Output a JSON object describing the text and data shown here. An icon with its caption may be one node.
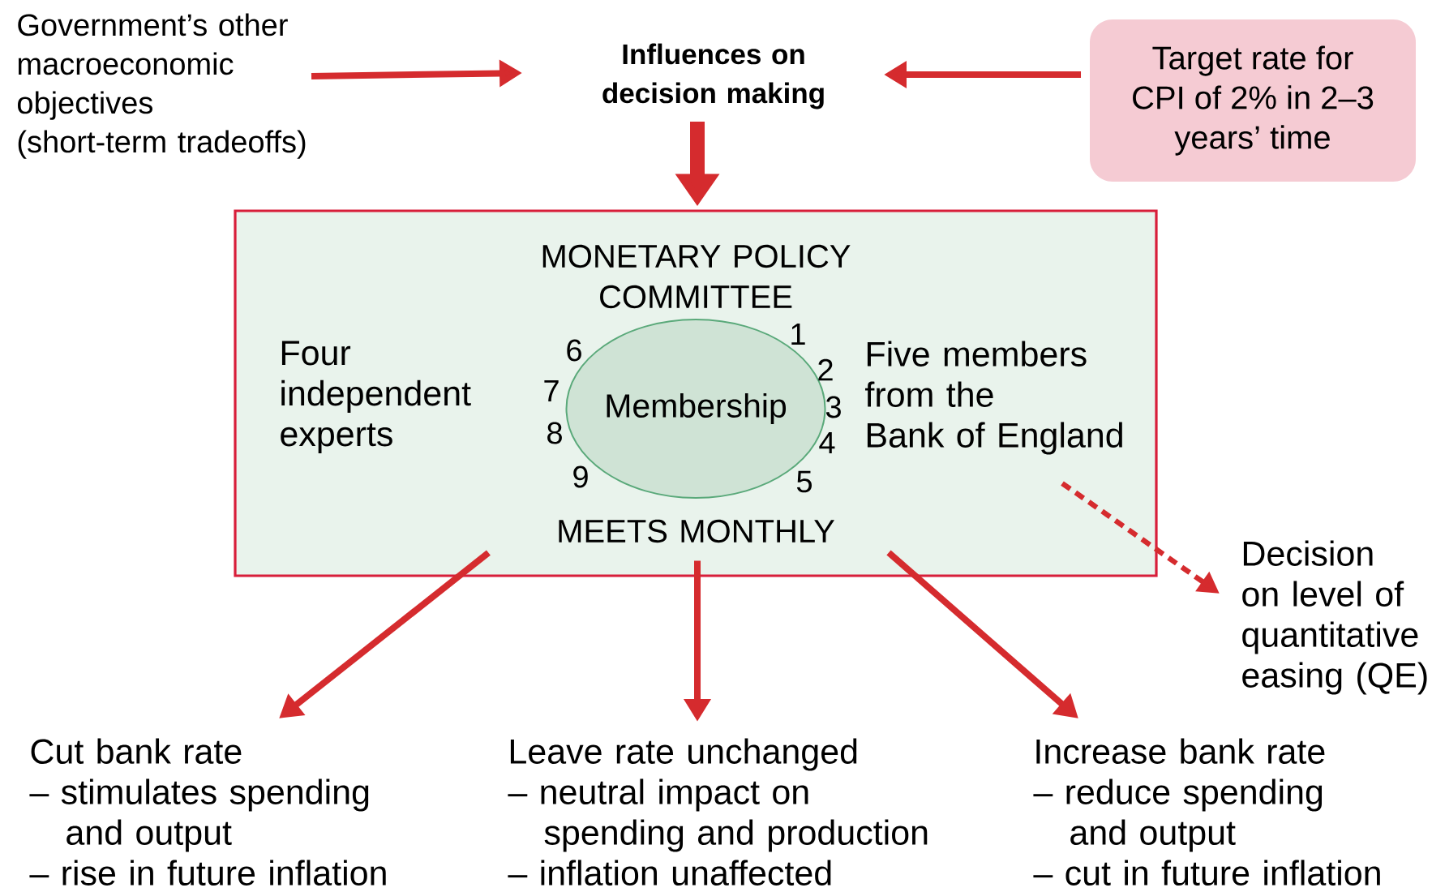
{
  "diagram": {
    "nodes": [
      {
        "text": [
          "Government’s other macroeconomic objectives (short-term tradeoffs)"
        ]
      },
      {
        "text": [
          "Influences on decision making"
        ]
      },
      {
        "text": [
          "Target rate for CPI of 2% in 2–3 years’ time"
        ]
      },
      {
        "text": [
          "MONETARY POLICY COMMITTEE",
          "MEETS MONTHLY"
        ]
      },
      {
        "text": [
          "Membership"
        ],
        "in": 3
      },
      {
        "text": [
          "Decision on level of quantitative easing (QE)"
        ]
      },
      {
        "text": [
          "Cut bank rate",
          "– stimulates spending and output",
          "– rise in future inflation"
        ]
      },
      {
        "text": [
          "Leave rate unchanged",
          "– neutral impact on spending and production",
          "– inflation unaffected"
        ]
      },
      {
        "text": [
          "Increase bank rate",
          "– reduce spending and output",
          "– cut in future inflation"
        ]
      }
    ],
    "edges": [
      {
        "from": 0,
        "to": 1,
        "arrow": "to"
      },
      {
        "from": 2,
        "to": 1,
        "arrow": "to"
      },
      {
        "from": 1,
        "to": 3,
        "arrow": "to",
        "style": "thick"
      },
      {
        "from": 3,
        "to": 6,
        "arrow": "to"
      },
      {
        "from": 3,
        "to": 7,
        "arrow": "to"
      },
      {
        "from": 3,
        "to": 8,
        "arrow": "to"
      },
      {
        "from": null,
        "to": 5,
        "arrow": "to",
        "style": "dashed"
      }
    ],
    "labels": [
      "Four independent experts",
      "Five members from the Bank of England",
      "1",
      "2",
      "3",
      "4",
      "5",
      "6",
      "7",
      "8",
      "9"
    ]
  }
}
